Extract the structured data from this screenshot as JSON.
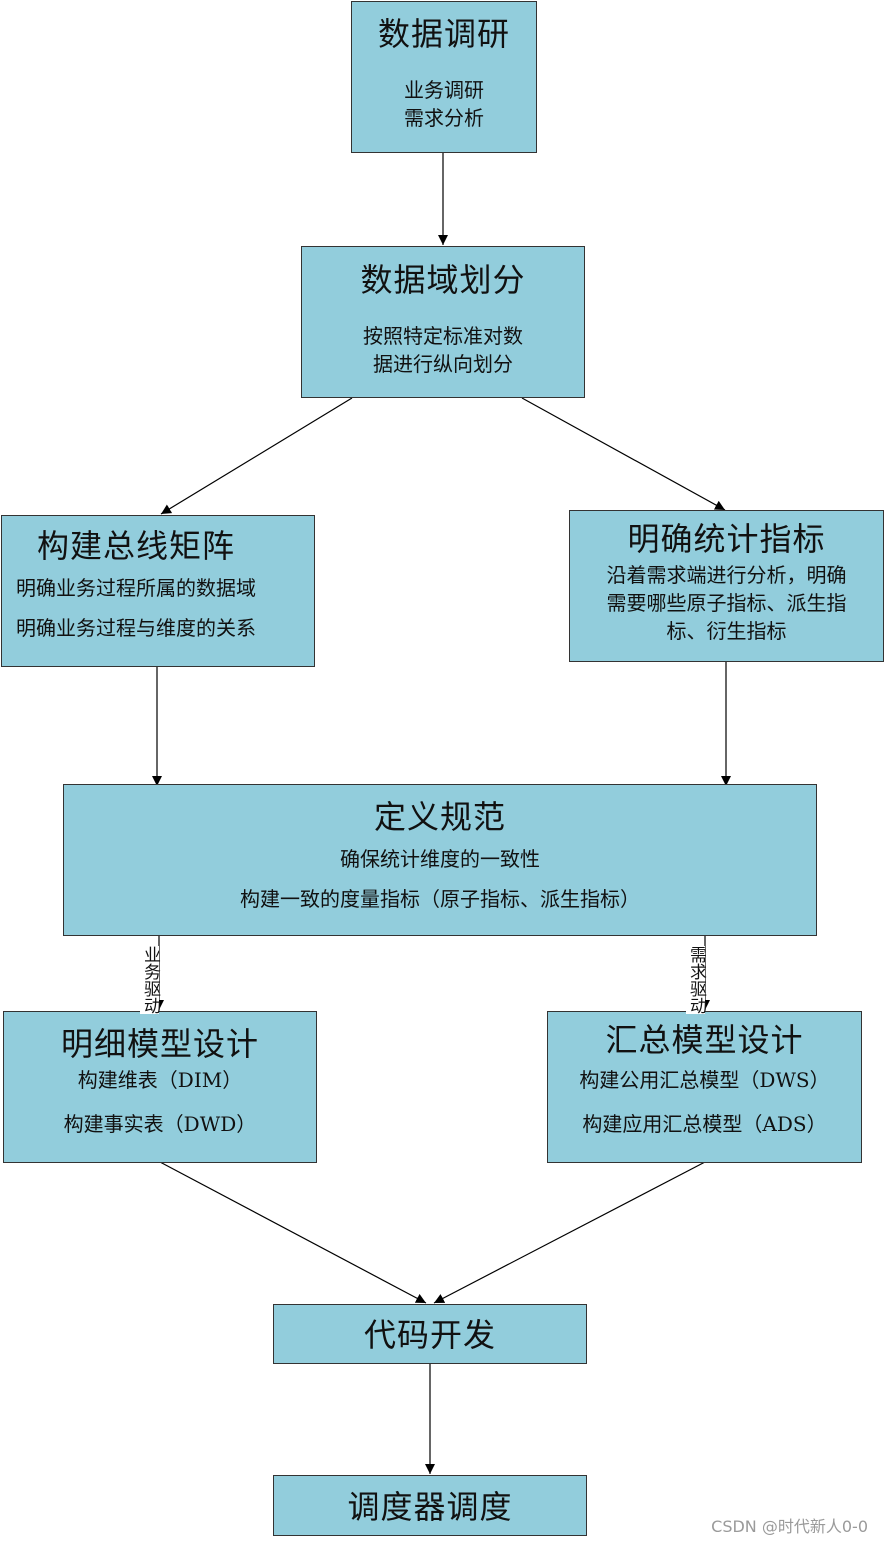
{
  "nodes": {
    "research": {
      "title": "数据调研",
      "lines": [
        "业务调研",
        "需求分析"
      ]
    },
    "domain": {
      "title": "数据域划分",
      "lines": [
        "按照特定标准对数",
        "据进行纵向划分"
      ]
    },
    "bus": {
      "title": "构建总线矩阵",
      "lines": [
        "明确业务过程所属的数据域",
        "明确业务过程与维度的关系"
      ]
    },
    "metrics": {
      "title": "明确统计指标",
      "lines": [
        "沿着需求端进行分析，明确",
        "需要哪些原子指标、派生指",
        "标、衍生指标"
      ]
    },
    "spec": {
      "title": "定义规范",
      "lines": [
        "确保统计维度的一致性",
        "构建一致的度量指标（原子指标、派生指标）"
      ]
    },
    "detail": {
      "title": "明细模型设计",
      "lines": [
        "构建维表（DIM）",
        "构建事实表（DWD）"
      ]
    },
    "summary": {
      "title": "汇总模型设计",
      "lines": [
        "构建公用汇总模型（DWS）",
        "构建应用汇总模型（ADS）"
      ]
    },
    "code": {
      "title": "代码开发"
    },
    "schedule": {
      "title": "调度器调度"
    }
  },
  "edge_labels": {
    "business_driven": "业务驱动",
    "demand_driven": "需求驱动"
  },
  "watermark": "CSDN @时代新人0-0",
  "colors": {
    "box_fill": "#92cddc",
    "border": "#333333",
    "watermark": "#9a9a9a"
  }
}
